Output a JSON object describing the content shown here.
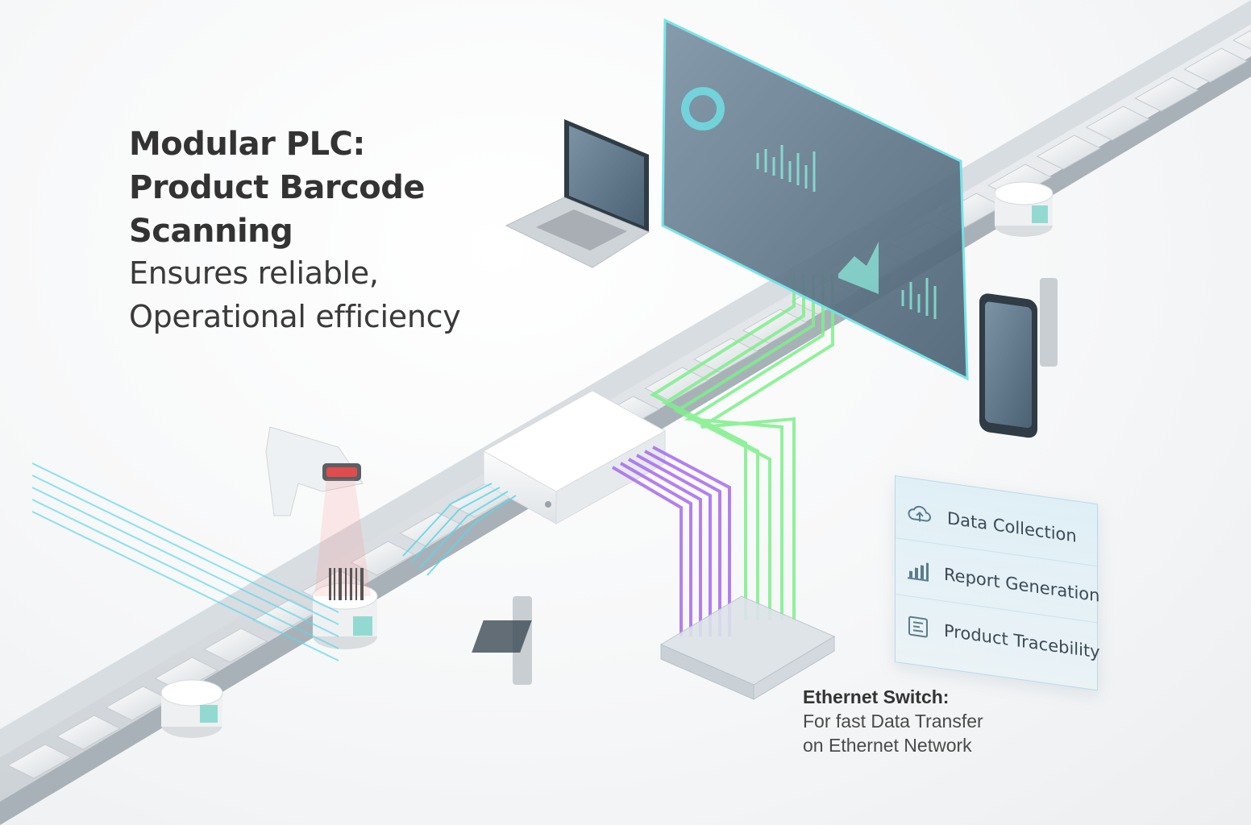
{
  "heading": {
    "title": "Modular PLC:\nProduct Barcode\nScanning",
    "subtitle": "Ensures reliable,\nOperational efficiency"
  },
  "features": [
    {
      "label": "Data Collection",
      "icon": "cloud-upload-icon"
    },
    {
      "label": "Report Generation",
      "icon": "bar-chart-icon"
    },
    {
      "label": "Product Tracebility",
      "icon": "box-trace-icon"
    }
  ],
  "ethernet_switch": {
    "title": "Ethernet Switch:",
    "description": "For fast Data Transfer\non Ethernet Network"
  },
  "colors": {
    "scan_line": "#5fd6e8",
    "green_cable": "#7ef08a",
    "purple_cable": "#a66bf0",
    "dashboard_bg": "#5d7587",
    "text_dark": "#333333"
  }
}
